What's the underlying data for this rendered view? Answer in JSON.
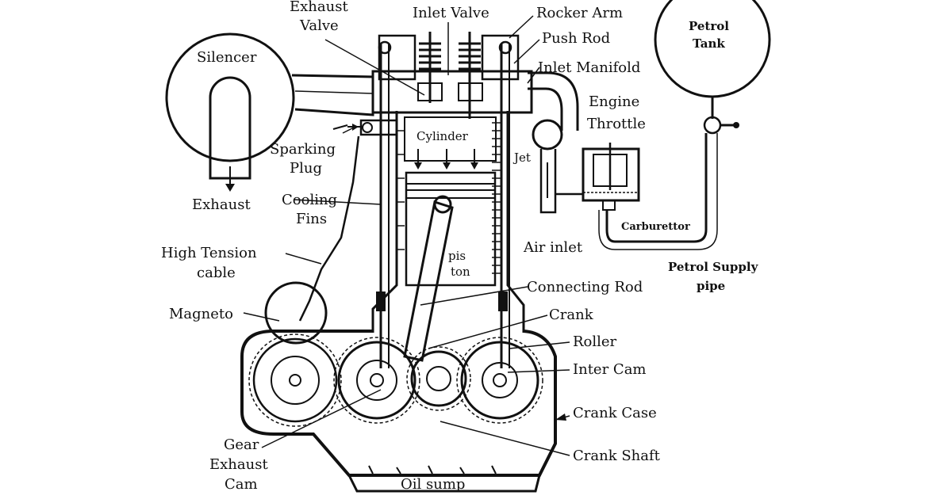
{
  "labels": {
    "exhaust_valve_1": "Exhaust",
    "exhaust_valve_2": "Valve",
    "inlet_valve": "Inlet Valve",
    "rocker_arm": "Rocker Arm",
    "push_rod": "Push Rod",
    "inlet_manifold": "Inlet Manifold",
    "petrol_tank_1": "Petrol",
    "petrol_tank_2": "Tank",
    "silencer": "Silencer",
    "engine_throttle_1": "Engine",
    "engine_throttle_2": "Throttle",
    "cylinder": "Cylinder",
    "sparking_plug_1": "Sparking",
    "sparking_plug_2": "Plug",
    "jet": "Jet",
    "exhaust": "Exhaust",
    "cooling_fins_1": "Cooling",
    "cooling_fins_2": "Fins",
    "carburettor": "Carburettor",
    "air_inlet": "Air inlet",
    "high_tension_1": "High Tension",
    "high_tension_2": "cable",
    "piston_1": "pis",
    "piston_2": "ton",
    "petrol_supply_1": "Petrol Supply",
    "petrol_supply_2": "pipe",
    "connecting_rod": "Connecting Rod",
    "magneto": "Magneto",
    "crank": "Crank",
    "roller": "Roller",
    "inter_cam": "Inter Cam",
    "crank_case": "Crank  Case",
    "gear_1": "Gear",
    "gear_2": "Exhaust",
    "gear_3": "Cam",
    "crank_shaft": "Crank  Shaft",
    "oil_sump": "Oil sump"
  }
}
